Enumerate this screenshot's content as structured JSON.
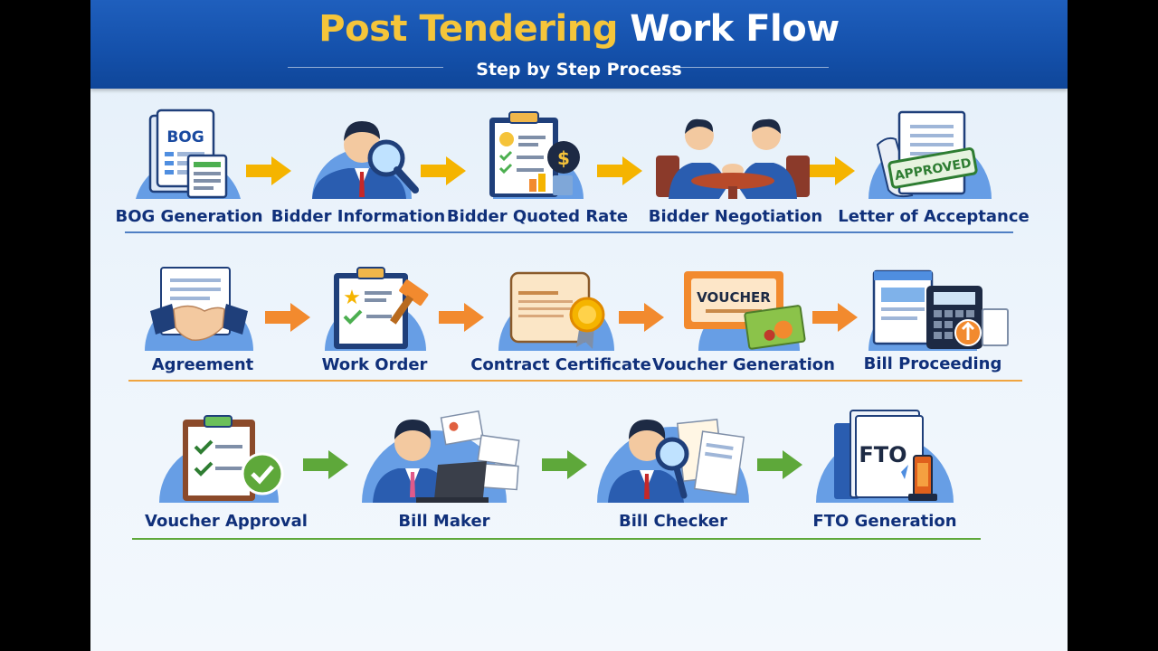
{
  "title": {
    "part1": "Post Tendering",
    "part2": "Work Flow",
    "subtitle": "Step by Step Process"
  },
  "colors": {
    "header": "#1450aa",
    "title_accent": "#f5c53a",
    "label": "#10307a",
    "row1_arrow": "#f5b400",
    "row2_arrow": "#f28a2e",
    "row3_arrow": "#5ea83a",
    "row1_line": "#4f7fc4",
    "row2_line": "#f0a540",
    "row3_line": "#5ea83a"
  },
  "rows": [
    {
      "steps": [
        {
          "label": "BOG Generation",
          "icon": "document-icon",
          "icon_text": "BOG"
        },
        {
          "label": "Bidder Information",
          "icon": "magnifier-person-icon"
        },
        {
          "label": "Bidder Quoted Rate",
          "icon": "clipboard-rate-icon"
        },
        {
          "label": "Bidder Negotiation",
          "icon": "meeting-icon"
        },
        {
          "label": "Letter of Acceptance",
          "icon": "approved-letter-icon",
          "icon_text": "APPROVED"
        }
      ]
    },
    {
      "steps": [
        {
          "label": "Agreement",
          "icon": "handshake-icon"
        },
        {
          "label": "Work Order",
          "icon": "clipboard-hammer-icon"
        },
        {
          "label": "Contract Certificate",
          "icon": "certificate-icon"
        },
        {
          "label": "Voucher Generation",
          "icon": "voucher-icon",
          "icon_text": "VOUCHER"
        },
        {
          "label": "Bill Proceeding",
          "icon": "calculator-icon"
        }
      ]
    },
    {
      "steps": [
        {
          "label": "Voucher Approval",
          "icon": "checklist-icon"
        },
        {
          "label": "Bill  Maker",
          "icon": "laptop-person-icon"
        },
        {
          "label": "Bill Checker",
          "icon": "checker-person-icon"
        },
        {
          "label": "FTO Generation",
          "icon": "fto-file-icon",
          "icon_text": "FTO"
        }
      ]
    }
  ]
}
